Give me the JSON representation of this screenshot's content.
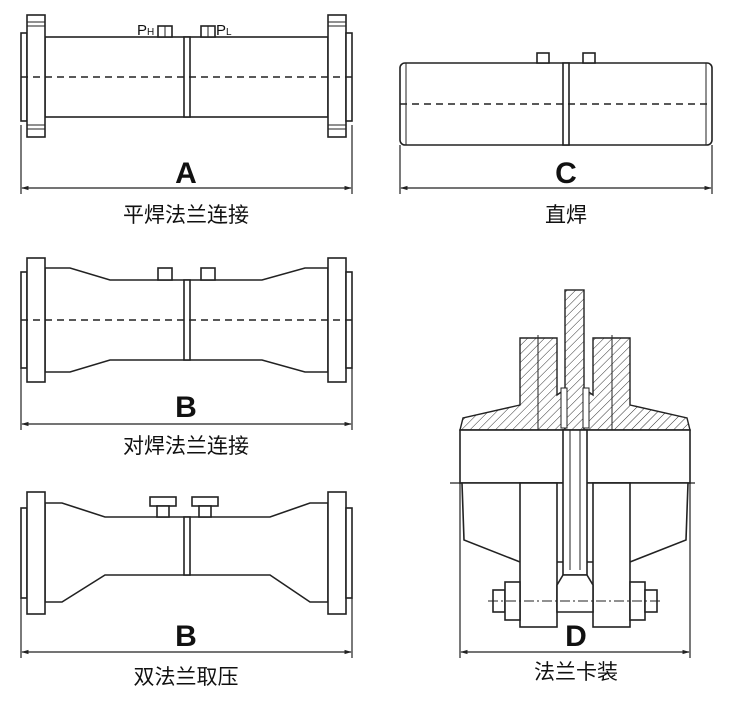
{
  "panels": {
    "a": {
      "pressure_high": "P",
      "pressure_high_sub": "H",
      "pressure_low": "P",
      "pressure_low_sub": "L",
      "dimension": "A",
      "caption": "平焊法兰连接"
    },
    "c": {
      "dimension": "C",
      "caption": "直焊"
    },
    "b1": {
      "dimension": "B",
      "caption": "对焊法兰连接"
    },
    "b2": {
      "dimension": "B",
      "caption": "双法兰取压"
    },
    "d": {
      "dimension": "D",
      "caption": "法兰卡装"
    }
  }
}
